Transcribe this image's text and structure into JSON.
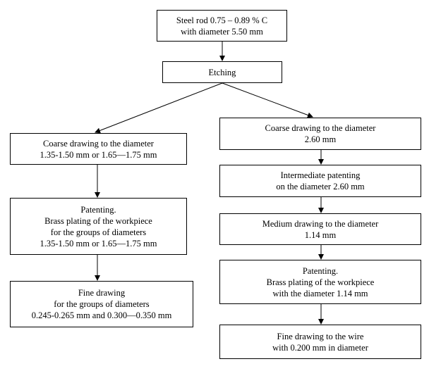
{
  "diagram": {
    "nodes": {
      "steel_rod": {
        "lines": [
          "Steel rod  0.75 – 0.89 % C",
          "with diameter 5.50 mm"
        ]
      },
      "etching": {
        "lines": [
          "Etching"
        ]
      },
      "left_coarse": {
        "lines": [
          "Coarse drawing to the diameter",
          "1.35-1.50 mm or 1.65—1.75 mm"
        ]
      },
      "left_patenting": {
        "lines": [
          "Patenting.",
          "Brass plating of the workpiece",
          "for the groups of diameters",
          "1.35-1.50 mm or 1.65—1.75 mm"
        ]
      },
      "left_fine": {
        "lines": [
          "Fine drawing",
          "for the groups of diameters",
          "0.245-0.265 mm and 0.300—0.350 mm"
        ]
      },
      "right_coarse": {
        "lines": [
          "Coarse drawing to the diameter",
          "2.60 mm"
        ]
      },
      "right_intermediate": {
        "lines": [
          "Intermediate patenting",
          "on the diameter 2.60 mm"
        ]
      },
      "right_medium": {
        "lines": [
          "Medium drawing to the diameter",
          "1.14  mm"
        ]
      },
      "right_patenting": {
        "lines": [
          "Patenting.",
          "Brass plating of the workpiece",
          "with the diameter  1.14 mm"
        ]
      },
      "right_fine": {
        "lines": [
          "Fine drawing to the wire",
          "with 0.200 mm in diameter"
        ]
      }
    },
    "edges": [
      [
        "steel_rod",
        "etching"
      ],
      [
        "etching",
        "left_coarse"
      ],
      [
        "etching",
        "right_coarse"
      ],
      [
        "left_coarse",
        "left_patenting"
      ],
      [
        "left_patenting",
        "left_fine"
      ],
      [
        "right_coarse",
        "right_intermediate"
      ],
      [
        "right_intermediate",
        "right_medium"
      ],
      [
        "right_medium",
        "right_patenting"
      ],
      [
        "right_patenting",
        "right_fine"
      ]
    ]
  }
}
